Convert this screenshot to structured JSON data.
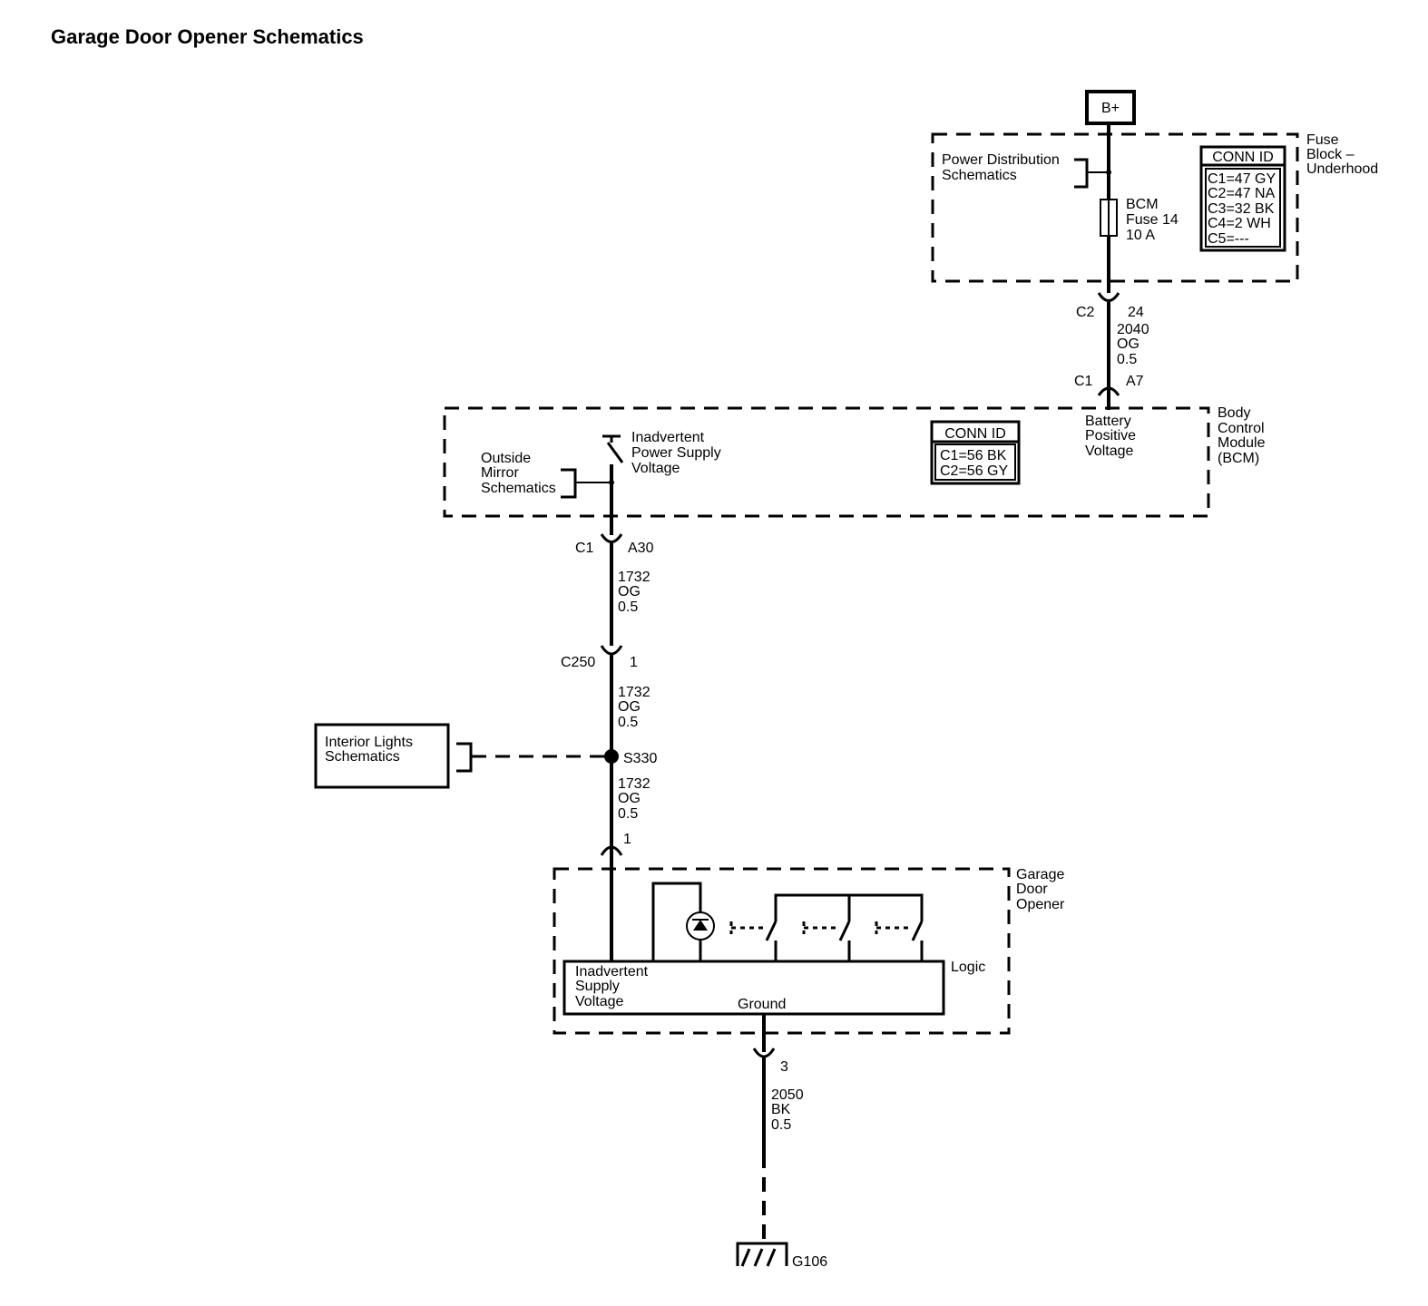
{
  "title": "Garage Door Opener Schematics",
  "b_plus": "B+",
  "fuse_block": {
    "label": [
      "Fuse",
      "Block –",
      "Underhood"
    ],
    "power_dist": [
      "Power Distribution",
      "Schematics"
    ],
    "fuse": [
      "BCM",
      "Fuse 14",
      "10 A"
    ],
    "conn_id_title": "CONN ID",
    "conn_ids": [
      "C1=47 GY",
      "C2=47 NA",
      "C3=32 BK",
      "C4=2 WH",
      "C5=---"
    ]
  },
  "wire_2040": {
    "c2_label": "C2",
    "c2_pin": "24",
    "circuit": [
      "2040",
      "OG",
      "0.5"
    ],
    "c1_label": "C1",
    "c1_pin": "A7"
  },
  "bcm": {
    "label": [
      "Body",
      "Control",
      "Module",
      "(BCM)"
    ],
    "battery_positive": [
      "Battery",
      "Positive",
      "Voltage"
    ],
    "inadvertent": [
      "Inadvertent",
      "Power Supply",
      "Voltage"
    ],
    "outside_mirror": [
      "Outside",
      "Mirror",
      "Schematics"
    ],
    "conn_id_title": "CONN ID",
    "conn_ids": [
      "C1=56 BK",
      "C2=56 GY"
    ]
  },
  "wire_1732_a": {
    "c1_label": "C1",
    "c1_pin": "A30",
    "circuit": [
      "1732",
      "OG",
      "0.5"
    ]
  },
  "c250": {
    "label": "C250",
    "pin": "1"
  },
  "wire_1732_b": {
    "circuit": [
      "1732",
      "OG",
      "0.5"
    ]
  },
  "interior_lights": [
    "Interior Lights",
    "Schematics"
  ],
  "splice": "S330",
  "wire_1732_c": {
    "circuit": [
      "1732",
      "OG",
      "0.5"
    ],
    "pin": "1"
  },
  "gdo": {
    "label": [
      "Garage",
      "Door",
      "Opener"
    ],
    "logic": "Logic",
    "inadvertent": [
      "Inadvertent",
      "Supply",
      "Voltage"
    ],
    "ground": "Ground"
  },
  "wire_2050": {
    "pin": "3",
    "circuit": [
      "2050",
      "BK",
      "0.5"
    ]
  },
  "ground_id": "G106"
}
